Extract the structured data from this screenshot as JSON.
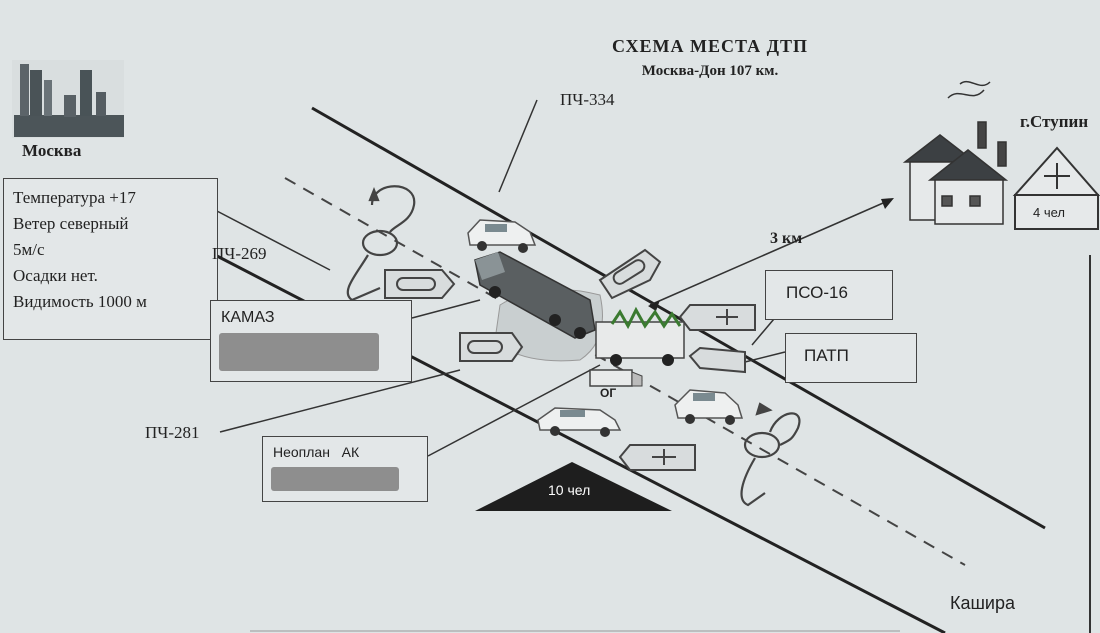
{
  "header": {
    "title": "СХЕМА МЕСТА ДТП",
    "subtitle": "Москва-Дон 107 км."
  },
  "places": {
    "moscow": "Москва",
    "stupino": "г.Ступин",
    "kashira": "Кашира"
  },
  "weather": {
    "lines": [
      "Температура   +17",
      "Ветер северный",
      "5м/с",
      "Осадки нет.",
      "Видимость 1000 м"
    ]
  },
  "labels": {
    "pch334": "ПЧ-334",
    "pch269": "ПЧ-269",
    "pch281": "ПЧ-281",
    "distance": "3 км",
    "og": "ОГ"
  },
  "vehicles": {
    "kamaz": "КАМАЗ",
    "neoplan": "Неоплан   АК",
    "pso": "ПСО-16",
    "patp": "ПАТП"
  },
  "casualties": {
    "victims": "10 чел",
    "hospital": "4 чел"
  },
  "colors": {
    "background": "#dfe4e5",
    "line": "#222222",
    "redaction": "#8e8e8e",
    "triangle": "#1e1e1e"
  }
}
